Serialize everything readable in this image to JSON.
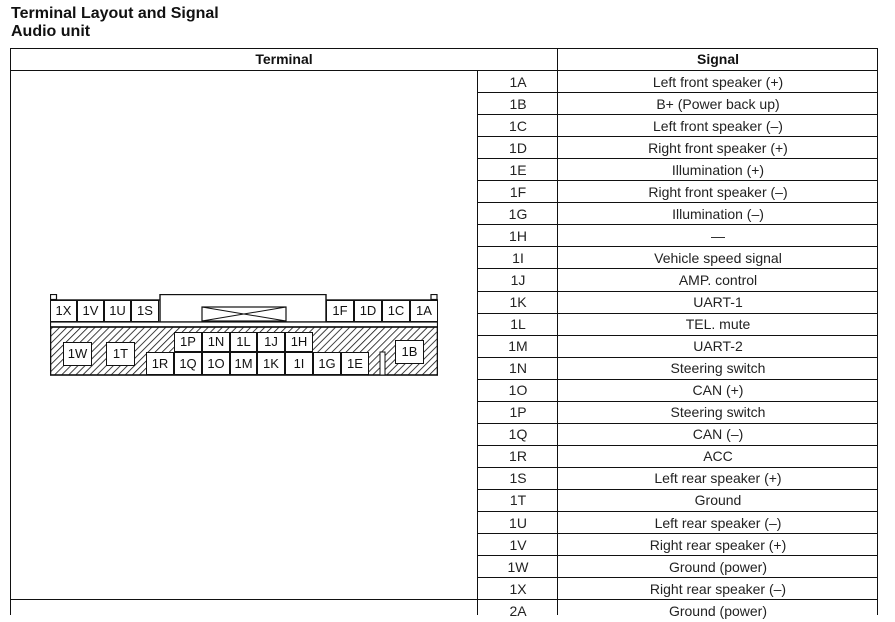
{
  "document": {
    "title_line1": "Terminal Layout and Signal",
    "title_line2": "Audio unit"
  },
  "table": {
    "headers": {
      "terminal": "Terminal",
      "signal": "Signal"
    },
    "rows": [
      {
        "terminal": "1A",
        "signal": "Left front speaker (+)"
      },
      {
        "terminal": "1B",
        "signal": "B+ (Power back up)"
      },
      {
        "terminal": "1C",
        "signal": "Left front speaker (–)"
      },
      {
        "terminal": "1D",
        "signal": "Right front speaker (+)"
      },
      {
        "terminal": "1E",
        "signal": "Illumination (+)"
      },
      {
        "terminal": "1F",
        "signal": "Right front speaker (–)"
      },
      {
        "terminal": "1G",
        "signal": "Illumination (–)"
      },
      {
        "terminal": "1H",
        "signal": "—"
      },
      {
        "terminal": "1I",
        "signal": "Vehicle speed signal"
      },
      {
        "terminal": "1J",
        "signal": "AMP. control"
      },
      {
        "terminal": "1K",
        "signal": "UART-1"
      },
      {
        "terminal": "1L",
        "signal": "TEL. mute"
      },
      {
        "terminal": "1M",
        "signal": "UART-2"
      },
      {
        "terminal": "1N",
        "signal": "Steering switch"
      },
      {
        "terminal": "1O",
        "signal": "CAN (+)"
      },
      {
        "terminal": "1P",
        "signal": "Steering switch"
      },
      {
        "terminal": "1Q",
        "signal": "CAN (–)"
      },
      {
        "terminal": "1R",
        "signal": "ACC"
      },
      {
        "terminal": "1S",
        "signal": "Left rear speaker (+)"
      },
      {
        "terminal": "1T",
        "signal": "Ground"
      },
      {
        "terminal": "1U",
        "signal": "Left rear speaker (–)"
      },
      {
        "terminal": "1V",
        "signal": "Right rear speaker (+)"
      },
      {
        "terminal": "1W",
        "signal": "Ground (power)"
      },
      {
        "terminal": "1X",
        "signal": "Right rear speaker (–)"
      },
      {
        "terminal": "2A",
        "signal": "Ground (power)"
      }
    ]
  },
  "connector": {
    "top_row_left": [
      "1X",
      "1V",
      "1U",
      "1S"
    ],
    "top_row_right": [
      "1F",
      "1D",
      "1C",
      "1A"
    ],
    "upper_center": [
      "1P",
      "1N",
      "1L",
      "1J",
      "1H"
    ],
    "lower_center": [
      "1R",
      "1Q",
      "1O",
      "1M",
      "1K",
      "1I",
      "1G",
      "1E"
    ],
    "isolated": [
      "1W",
      "1T",
      "1B"
    ]
  }
}
